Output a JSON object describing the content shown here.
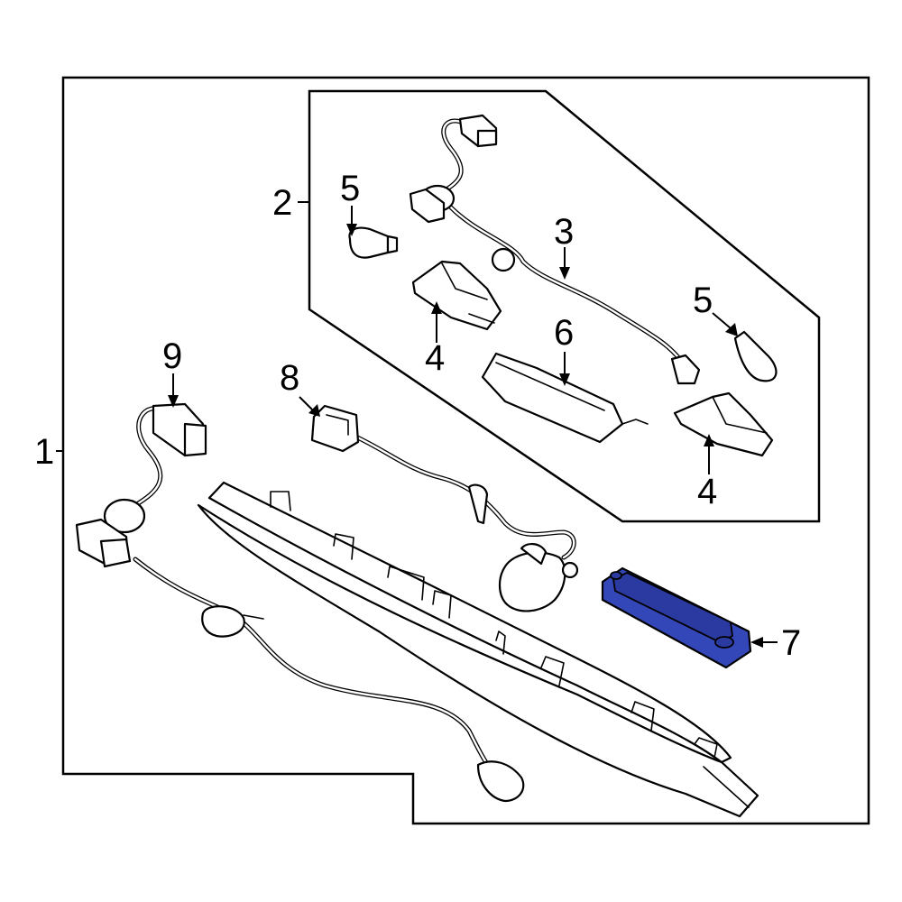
{
  "callouts": {
    "c1": "1",
    "c2": "2",
    "c3": "3",
    "c4a": "4",
    "c4b": "4",
    "c5a": "5",
    "c5b": "5",
    "c6": "6",
    "c7": "7",
    "c8": "8",
    "c9": "9"
  },
  "colors": {
    "highlight": "#3347b8",
    "line": "#000000",
    "background": "#ffffff"
  }
}
